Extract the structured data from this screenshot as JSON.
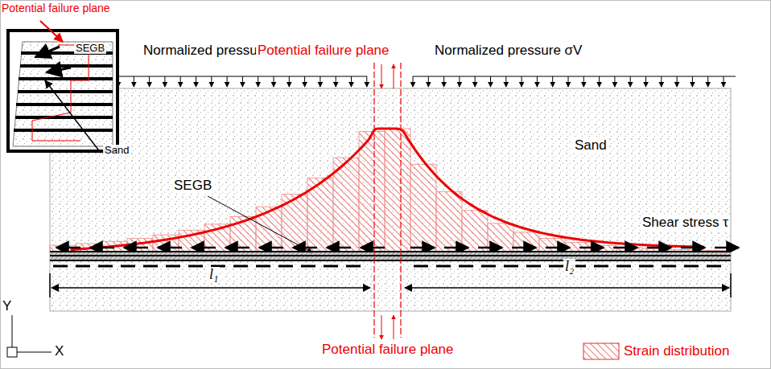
{
  "diagram": {
    "labels": [
      "Potential failure plane",
      "SEGB",
      "Sand",
      "Normalized pressure σV",
      "Potential failure plane",
      "Normalized pressure σV",
      "Sand",
      "SEGB",
      "Shear stress τ",
      "l₁",
      "l₂",
      "Potential failure plane",
      "Y",
      "X"
    ],
    "legend": [
      {
        "text": "Strain distribution"
      }
    ]
  }
}
